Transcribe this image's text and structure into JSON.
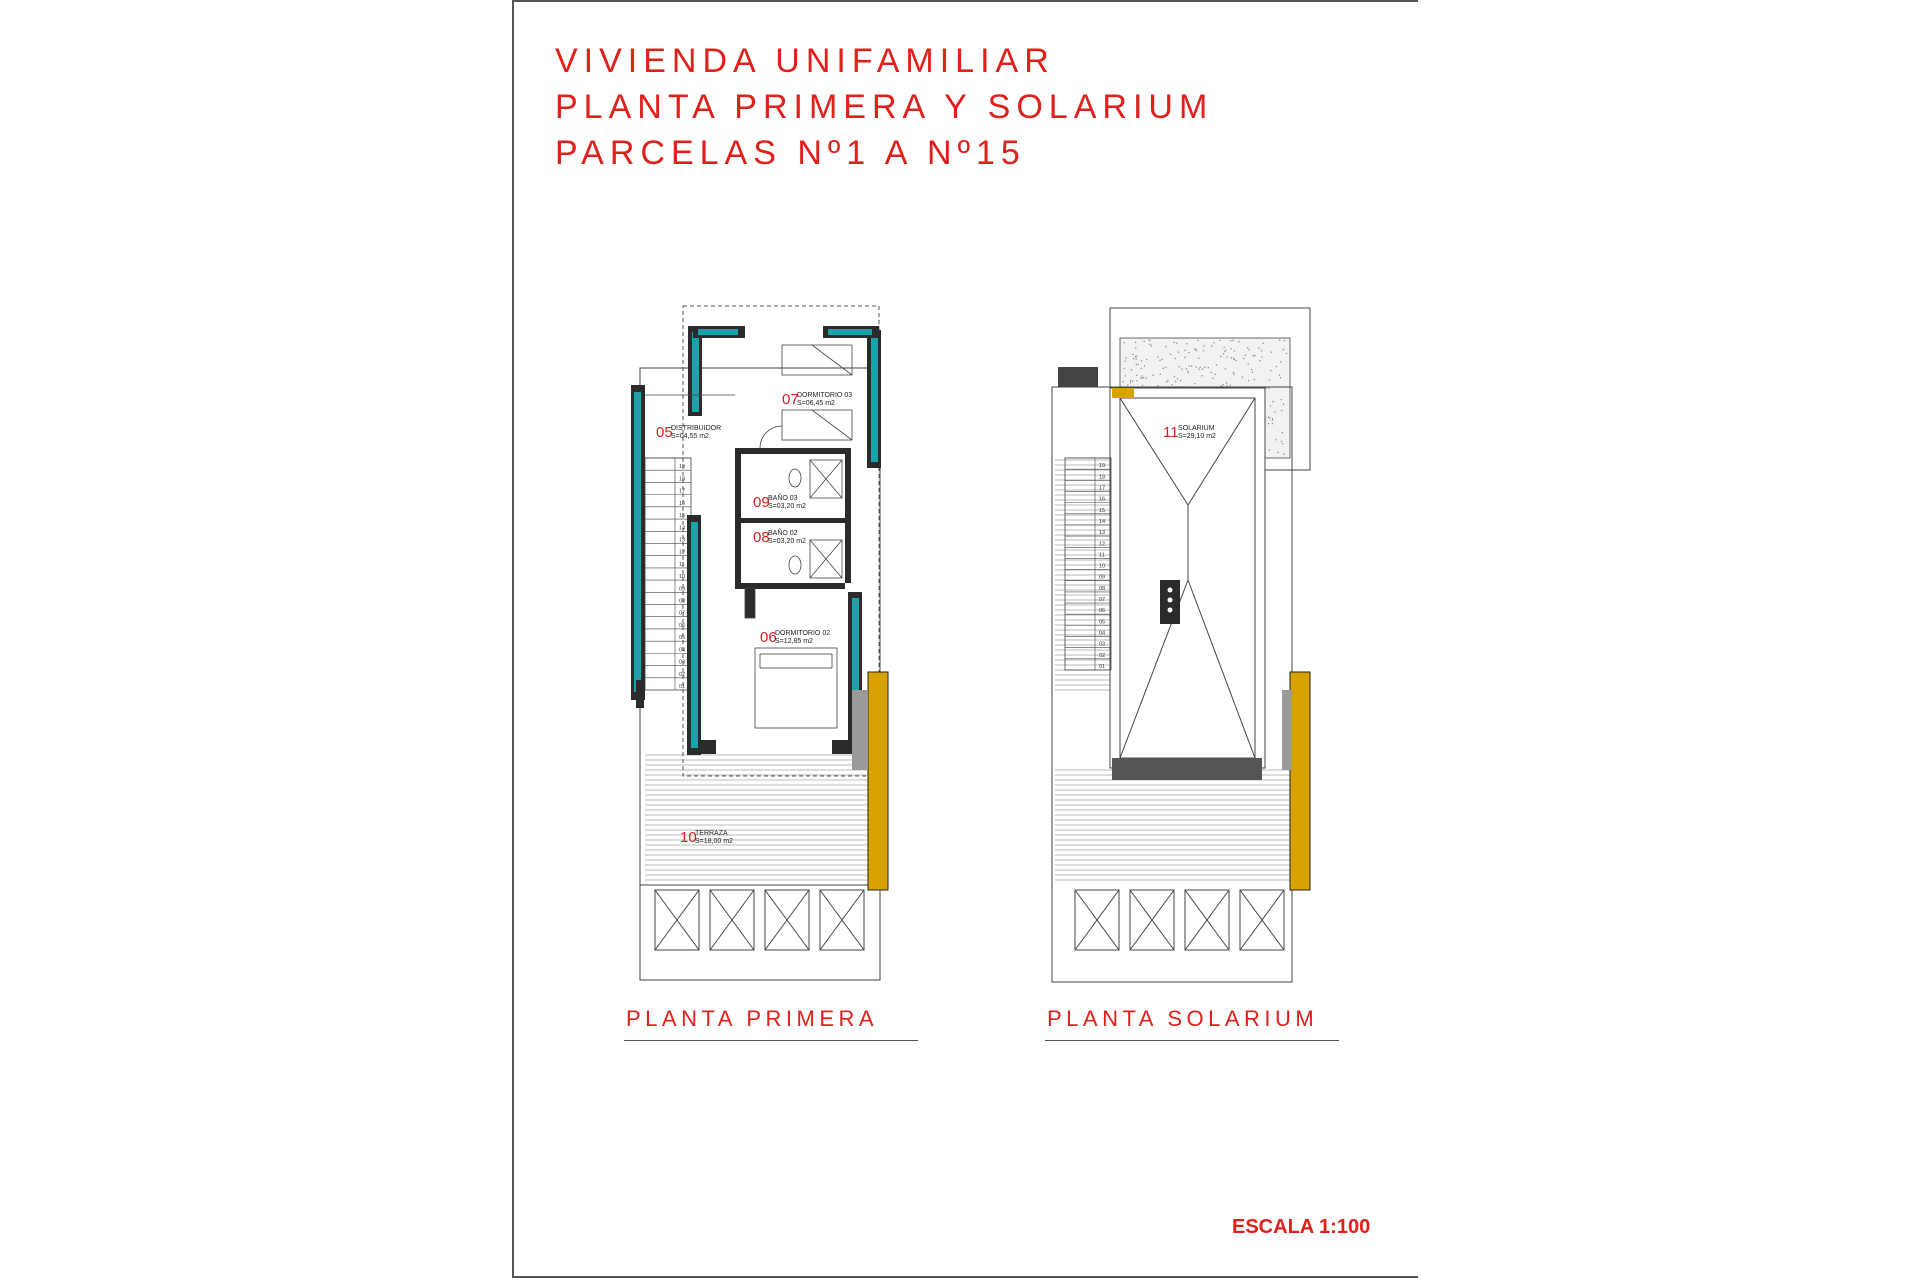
{
  "title": {
    "line1": "VIVIENDA UNIFAMILIAR",
    "line2": "PLANTA PRIMERA Y SOLARIUM",
    "line3": "PARCELAS Nº1 A Nº15"
  },
  "plans": {
    "primera": {
      "label": "PLANTA PRIMERA",
      "rooms": [
        {
          "number": "05",
          "name": "DISTRIBUIDOR",
          "area": "S=04,55 m2"
        },
        {
          "number": "07",
          "name": "DORMITORIO 03",
          "area": "S=06,45 m2"
        },
        {
          "number": "09",
          "name": "BAÑO 03",
          "area": "S=03,20 m2"
        },
        {
          "number": "08",
          "name": "BAÑO 02",
          "area": "S=03,20 m2"
        },
        {
          "number": "06",
          "name": "DORMITORIO 02",
          "area": "S=12,85 m2"
        },
        {
          "number": "10",
          "name": "TERRAZA",
          "area": "S=18,00 m2"
        }
      ],
      "steps": [
        "19",
        "18",
        "17",
        "16",
        "15",
        "14",
        "13",
        "12",
        "11",
        "10",
        "09",
        "08",
        "07",
        "06",
        "05",
        "04",
        "03",
        "02",
        "01"
      ]
    },
    "solarium": {
      "label": "PLANTA SOLARIUM",
      "rooms": [
        {
          "number": "11",
          "name": "SOLARIUM",
          "area": "S=29,10 m2"
        }
      ],
      "steps": [
        "19",
        "18",
        "17",
        "16",
        "15",
        "14",
        "13",
        "12",
        "11",
        "10",
        "09",
        "08",
        "07",
        "06",
        "05",
        "04",
        "03",
        "02",
        "01"
      ]
    }
  },
  "scale": "ESCALA 1:100",
  "colors": {
    "title": "#e0201b",
    "wall": "#2b2b2b",
    "insulation": "#1aa3a8",
    "railing": "#d8a200",
    "line": "#444444"
  }
}
